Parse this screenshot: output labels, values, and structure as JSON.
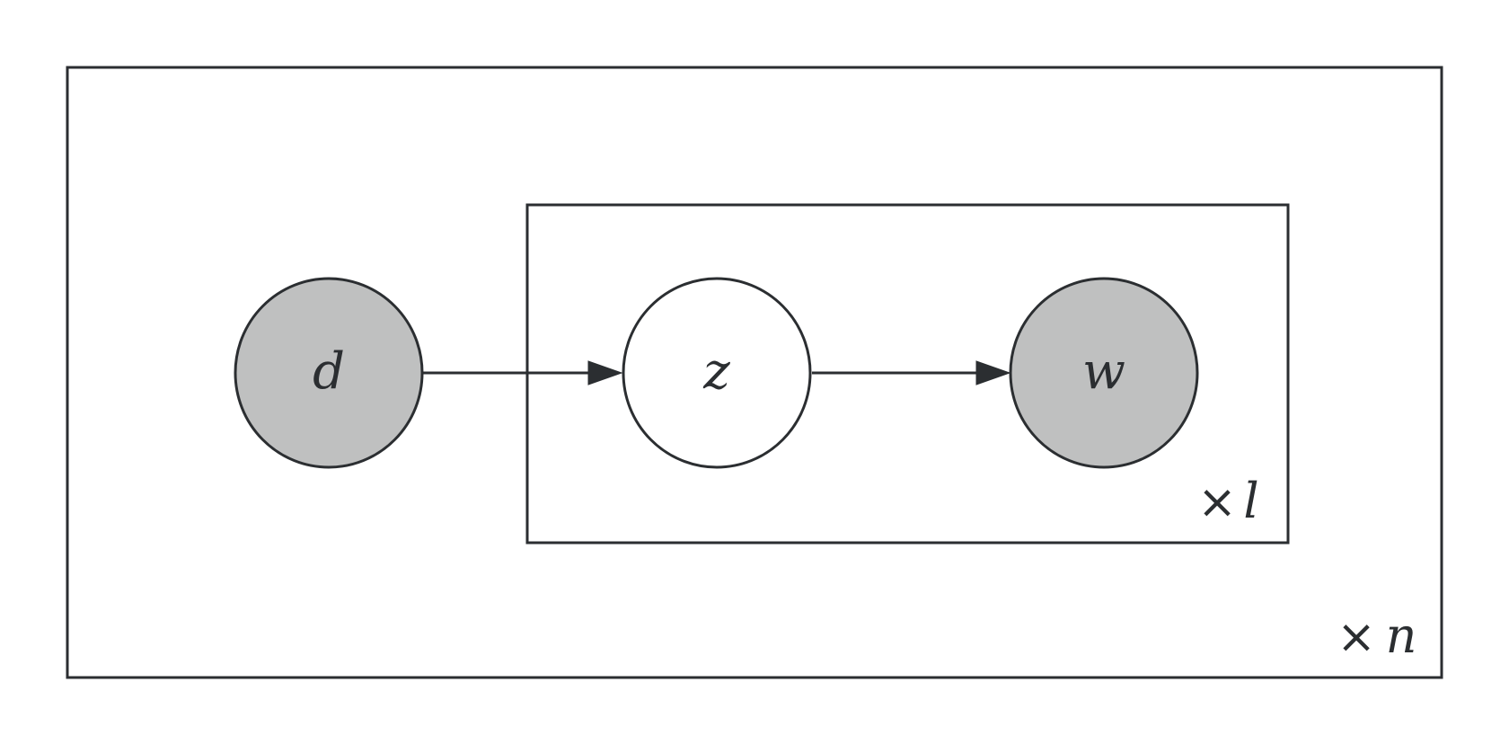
{
  "plates": {
    "outer": {
      "times": "×",
      "var": "n"
    },
    "inner": {
      "times": "×",
      "var": "l"
    }
  },
  "nodes": {
    "d": {
      "label": "d",
      "observed": true
    },
    "z": {
      "label": "z",
      "observed": false
    },
    "w": {
      "label": "w",
      "observed": true
    }
  },
  "edges": [
    {
      "from": "d",
      "to": "z"
    },
    {
      "from": "z",
      "to": "w"
    }
  ],
  "colors": {
    "stroke": "#2b2e31",
    "observed_fill": "#bfc0c0",
    "latent_fill": "#ffffff",
    "background": "#ffffff"
  }
}
